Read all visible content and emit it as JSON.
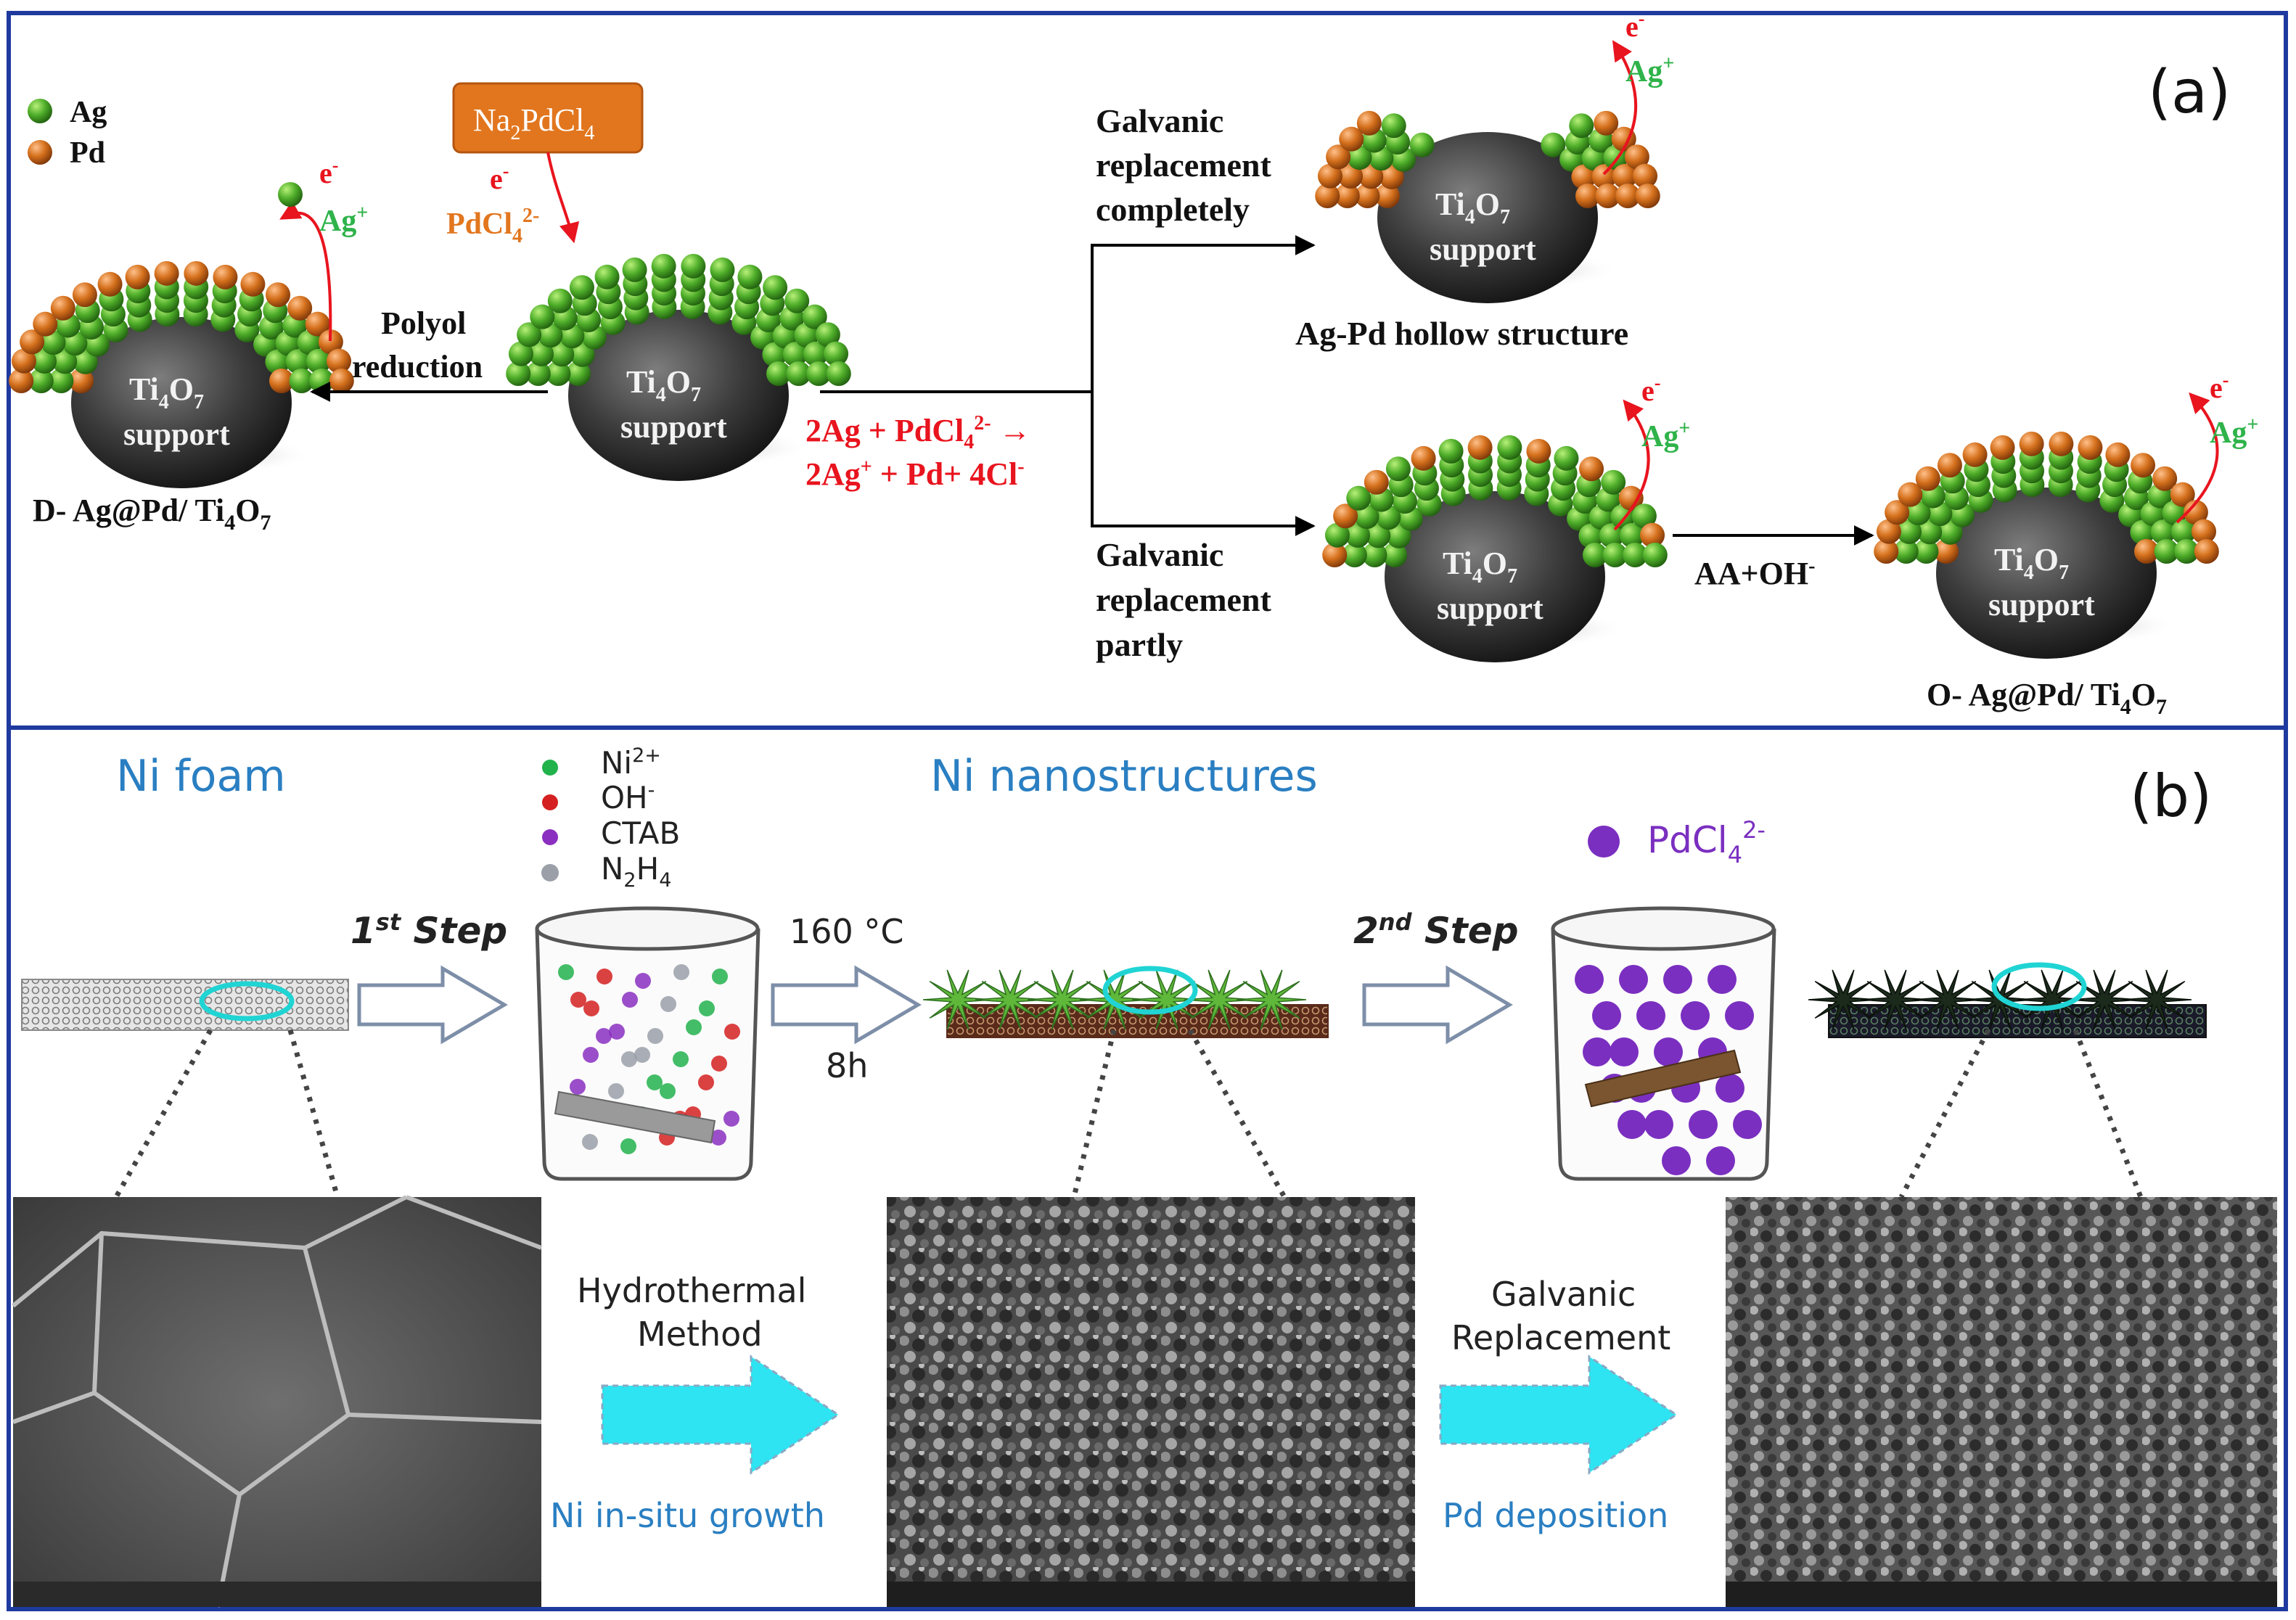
{
  "panel_a": {
    "label": "(a)",
    "legend": {
      "ag": "Ag",
      "pd": "Pd"
    },
    "precursor": {
      "main": "Na",
      "sub1": "2",
      "main2": "PdCl",
      "sub2": "4"
    },
    "electron": "e",
    "electron_sup": "-",
    "ag_ion": "Ag",
    "ag_ion_sup": "+",
    "pdcl4_ion": {
      "main": "PdCl",
      "sub": "4",
      "sup": "2-"
    },
    "support_top": {
      "a": "Ti",
      "s1": "4",
      "b": "O",
      "s2": "7"
    },
    "support_bottom": "support",
    "polyol_1": "Polyol",
    "polyol_2": "reduction",
    "left_caption": {
      "a": "D- Ag@Pd/ Ti",
      "s1": "4",
      "b": "O",
      "s2": "7"
    },
    "galvanic_complete": [
      "Galvanic",
      "replacement",
      "completely"
    ],
    "galvanic_partly": [
      "Galvanic",
      "replacement",
      "partly"
    ],
    "hollow_caption": "Ag-Pd hollow structure",
    "reaction_line1": {
      "a": "2Ag + PdCl",
      "s": "4",
      "sup": "2-",
      "arrow": " →"
    },
    "reaction_line2": {
      "a": "2Ag",
      "sup1": "+",
      "b": " + Pd+ 4Cl",
      "sup2": "-"
    },
    "aa_oh": {
      "a": "AA+OH",
      "sup": "-"
    },
    "right_caption": {
      "a": "O- Ag@Pd/ Ti",
      "s1": "4",
      "b": "O",
      "s2": "7"
    }
  },
  "panel_b": {
    "label": "(b)",
    "ni_foam": "Ni foam",
    "ni_nano": "Ni nanostructures",
    "legend": [
      {
        "main": "Ni",
        "sup": "2+",
        "sub": "",
        "tail": "",
        "color": "#22b24c"
      },
      {
        "main": "OH",
        "sup": "-",
        "sub": "",
        "tail": "",
        "color": "#d42020"
      },
      {
        "main": "CTAB",
        "sup": "",
        "sub": "",
        "tail": "",
        "color": "#8a2fc0"
      },
      {
        "main": "N",
        "sup": "",
        "sub": "2",
        "tail": "H",
        "sub2": "4",
        "color": "#9a9fa8"
      }
    ],
    "step1": {
      "num": "1",
      "sup": "st",
      "word": " Step"
    },
    "step2": {
      "num": "2",
      "sup": "nd",
      "word": " Step"
    },
    "temp": "160 °C",
    "time": "8h",
    "pdcl4": {
      "main": "PdCl",
      "sub": "4",
      "sup": "2-"
    },
    "hydro_1": "Hydrothermal",
    "hydro_2": "Method",
    "galv_1": "Galvanic",
    "galv_2": "Replacement",
    "ni_growth": "Ni in-situ growth",
    "pd_dep": "Pd deposition"
  },
  "colors": {
    "frame": "#1f3a9e",
    "ag": "#4fae2a",
    "pd": "#d4701c",
    "red_text": "#e8141e",
    "green_text": "#2fb34a",
    "orange_text": "#e2761e",
    "blue_title": "#2a7fc2",
    "cyan_arrow": "#2ee4f2"
  }
}
